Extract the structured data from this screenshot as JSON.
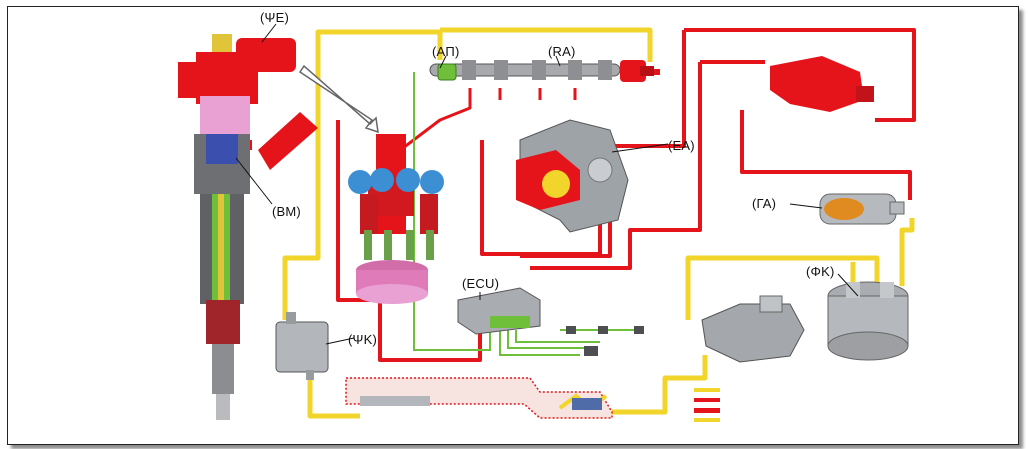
{
  "diagram": {
    "labels": {
      "solenoid_valve": "(ΨΕ)",
      "pressure_sensor": "(ΑΠ)",
      "rail": "(RA)",
      "pump": "(ΕΑ)",
      "ball_valve": "(ΒΜ)",
      "ecu": "(ECU)",
      "fuel_cooler": "(ΨΚ)",
      "fuel_pump_lift": "(ΓΑ)",
      "fuel_filter": "(ΦΚ)"
    },
    "colors": {
      "high_pressure": "#e5141b",
      "low_pressure": "#f2d52a",
      "return_line": "#e5141b",
      "signal": "#6fbf3a"
    }
  }
}
